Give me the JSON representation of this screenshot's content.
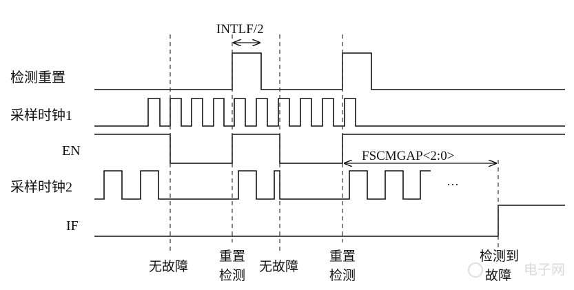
{
  "signals": [
    {
      "label": "检测重置"
    },
    {
      "label": "采样时钟1"
    },
    {
      "label": "EN"
    },
    {
      "label": "采样时钟2"
    },
    {
      "label": "IF"
    }
  ],
  "annotations": {
    "intlf": "INTLF/2",
    "fscmgap": "FSCMGAP<2:0>",
    "ellipsis": "···"
  },
  "markers": [
    {
      "lines": [
        "无故障"
      ]
    },
    {
      "lines": [
        "重置",
        "检测"
      ]
    },
    {
      "lines": [
        "无故障"
      ]
    },
    {
      "lines": [
        "重置",
        "检测"
      ]
    },
    {
      "lines": [
        "检测到",
        "故障"
      ]
    }
  ],
  "watermark": "电子网"
}
